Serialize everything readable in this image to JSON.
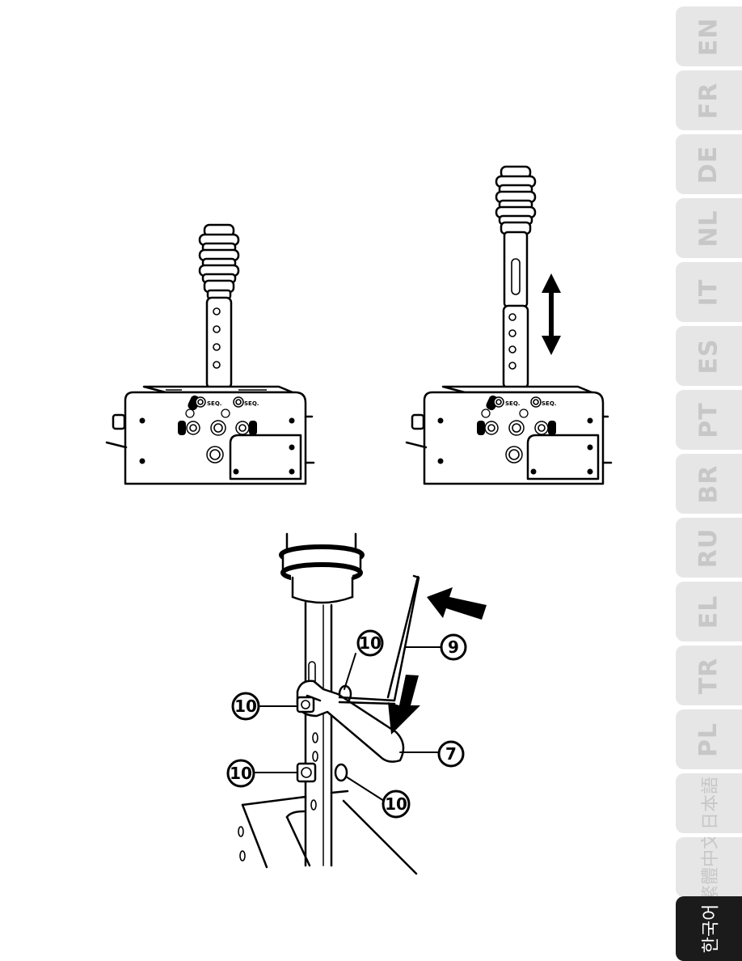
{
  "language_tabs": [
    {
      "label": "EN",
      "active": false
    },
    {
      "label": "FR",
      "active": false
    },
    {
      "label": "DE",
      "active": false
    },
    {
      "label": "NL",
      "active": false
    },
    {
      "label": "IT",
      "active": false
    },
    {
      "label": "ES",
      "active": false
    },
    {
      "label": "PT",
      "active": false
    },
    {
      "label": "BR",
      "active": false
    },
    {
      "label": "RU",
      "active": false
    },
    {
      "label": "EL",
      "active": false
    },
    {
      "label": "TR",
      "active": false
    },
    {
      "label": "PL",
      "active": false
    },
    {
      "label": "日本語",
      "active": false
    },
    {
      "label": "繁體中文",
      "active": false
    },
    {
      "label": "한국어",
      "active": true
    }
  ],
  "figures": {
    "left_panel_labels": [
      "SEQ.",
      "SEQ."
    ],
    "right_panel_labels": [
      "SEQ.",
      "SEQ."
    ]
  },
  "callouts": {
    "top_10": "10",
    "nine": "9",
    "left_10": "10",
    "seven": "7",
    "lower_left_10": "10",
    "bottom_right_10": "10"
  }
}
